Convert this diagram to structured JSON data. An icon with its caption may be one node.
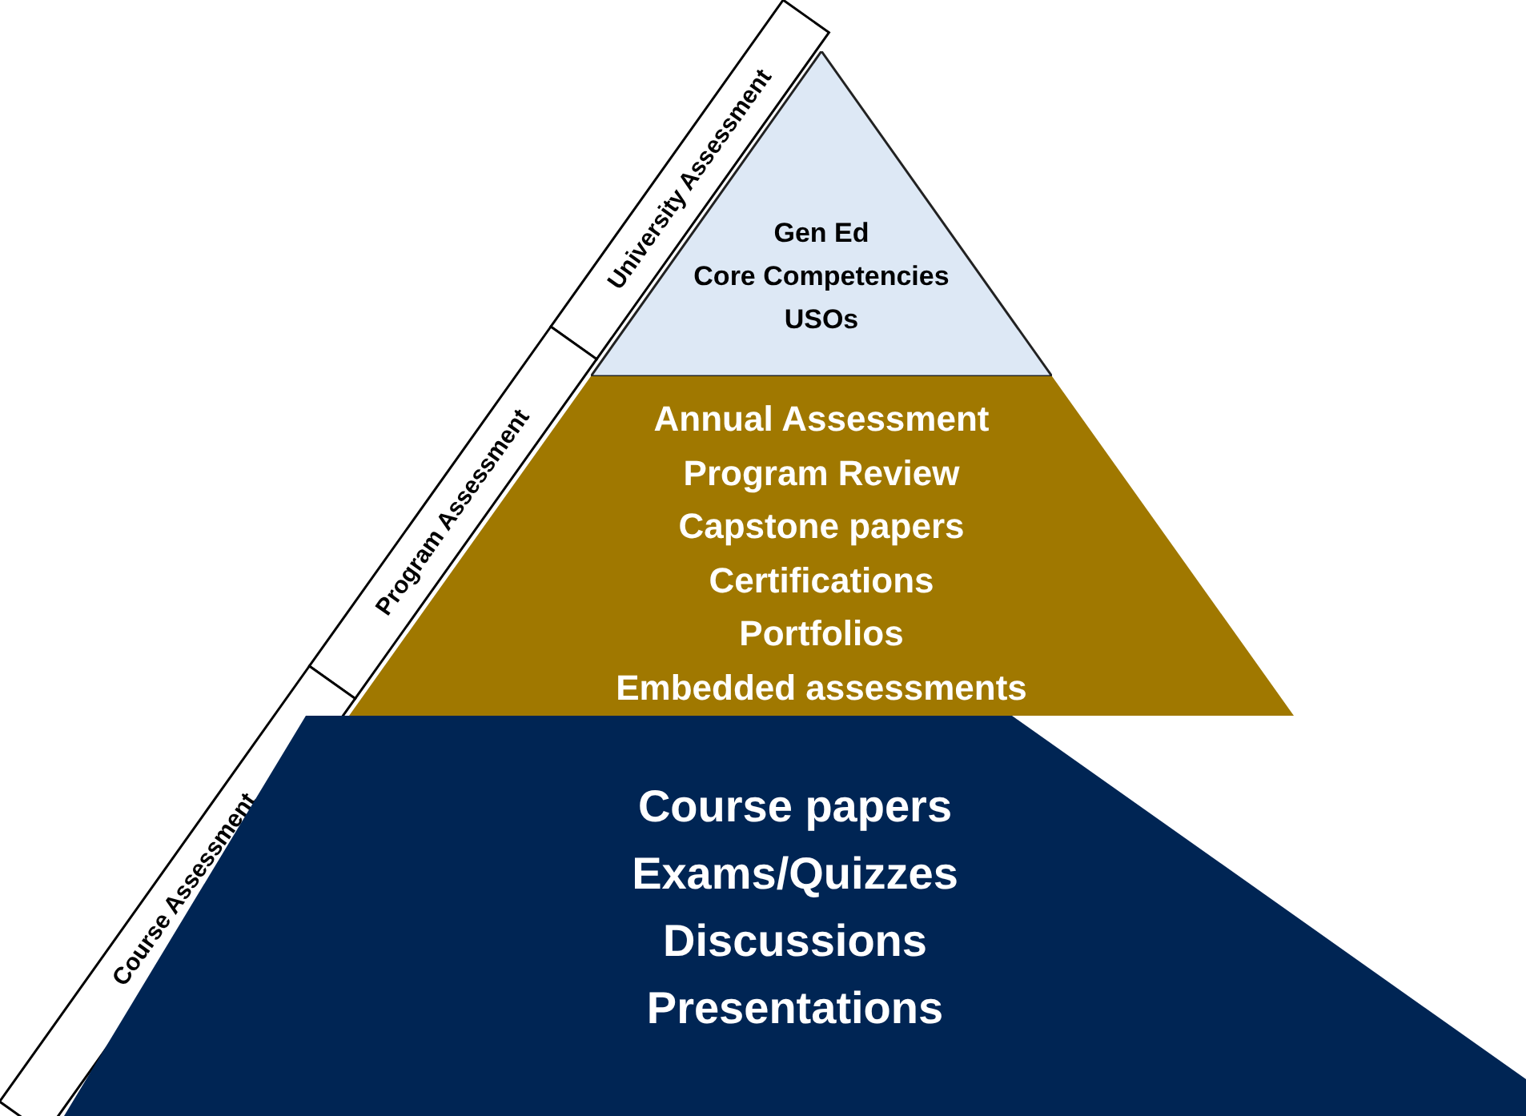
{
  "diagram": {
    "nodes": [
      {
        "text": [
          "Gen Ed",
          "Core Competencies",
          "USOs"
        ]
      },
      {
        "text": [
          "Annual Assessment",
          "Program Review",
          "Capstone papers",
          "Certifications",
          "Portfolios",
          "Embedded assessments"
        ]
      },
      {
        "text": [
          "Course papers",
          "Exams/Quizzes",
          "Discussions",
          "Presentations"
        ]
      },
      {
        "text": [
          "University Assessment"
        ]
      },
      {
        "text": [
          "Program Assessment"
        ]
      },
      {
        "text": [
          "Course Assessment"
        ]
      }
    ]
  }
}
